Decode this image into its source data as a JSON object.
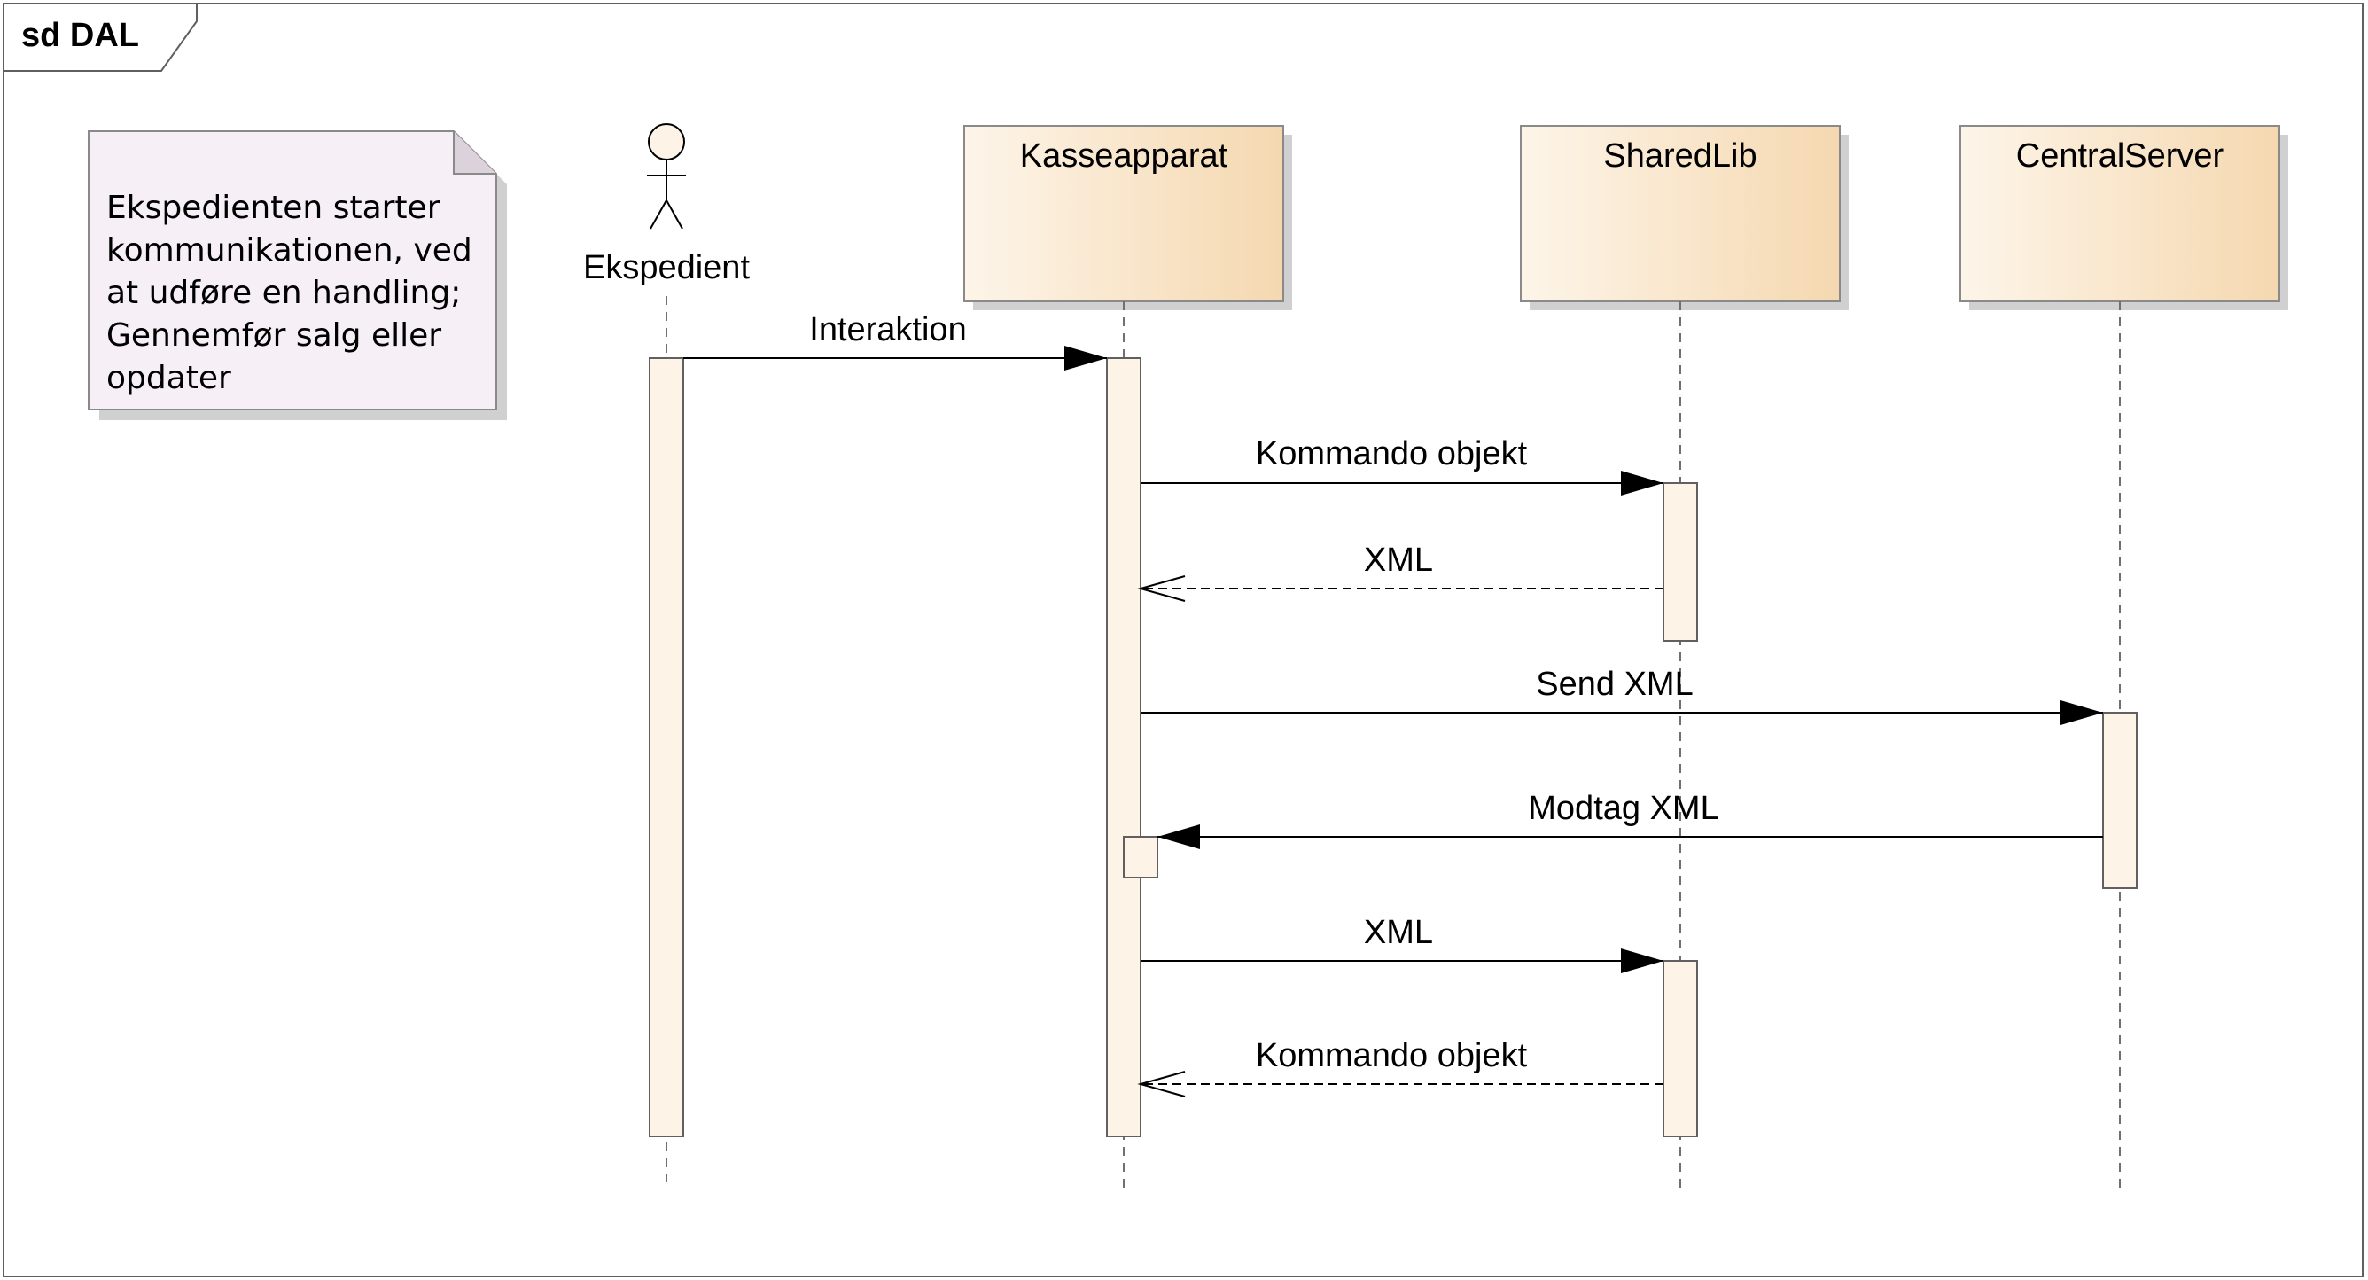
{
  "frame": {
    "label": "sd DAL"
  },
  "note": {
    "lines": [
      "Ekspedienten starter",
      "kommunikationen, ved",
      "at udføre en handling;",
      "Gennemfør salg eller",
      "opdater"
    ]
  },
  "actor": {
    "name": "Ekspedient"
  },
  "lifelines": [
    {
      "id": "kasseapparat",
      "name": "Kasseapparat"
    },
    {
      "id": "sharedlib",
      "name": "SharedLib"
    },
    {
      "id": "centralserver",
      "name": "CentralServer"
    }
  ],
  "messages": [
    {
      "label": "Interaktion",
      "from": "ekspedient",
      "to": "kasseapparat",
      "kind": "sync"
    },
    {
      "label": "Kommando objekt",
      "from": "kasseapparat",
      "to": "sharedlib",
      "kind": "sync"
    },
    {
      "label": "XML",
      "from": "sharedlib",
      "to": "kasseapparat",
      "kind": "reply"
    },
    {
      "label": "Send XML",
      "from": "kasseapparat",
      "to": "centralserver",
      "kind": "sync"
    },
    {
      "label": "Modtag XML",
      "from": "centralserver",
      "to": "kasseapparat",
      "kind": "sync"
    },
    {
      "label": "XML",
      "from": "kasseapparat",
      "to": "sharedlib",
      "kind": "sync"
    },
    {
      "label": "Kommando objekt",
      "from": "sharedlib",
      "to": "kasseapparat",
      "kind": "reply"
    }
  ],
  "colors": {
    "frame_border": "#606060",
    "box_fill_light": "#fdf5e9",
    "box_fill_dark": "#f5d8b0",
    "box_border": "#8a8a8a",
    "activation_fill": "#fdf3e6",
    "note_fill": "#f6f0f6",
    "shadow": "#d0d0d0",
    "line": "#000000",
    "lifeline_dash": "#707070"
  }
}
